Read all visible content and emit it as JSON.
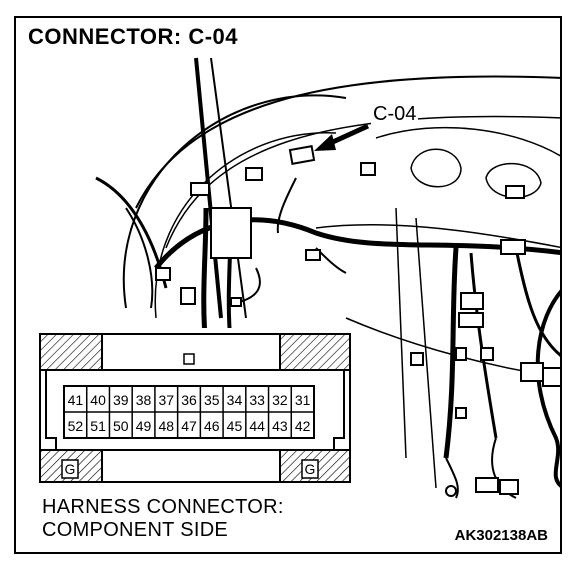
{
  "title": "CONNECTOR: C-04",
  "callout_label": "C-04",
  "connector": {
    "top_row": [
      "41",
      "40",
      "39",
      "38",
      "37",
      "36",
      "35",
      "34",
      "33",
      "32",
      "31"
    ],
    "bottom_row": [
      "52",
      "51",
      "50",
      "49",
      "48",
      "47",
      "46",
      "45",
      "44",
      "43",
      "42"
    ],
    "ground_label": "G"
  },
  "caption": {
    "line1": "HARNESS CONNECTOR:",
    "line2": "COMPONENT SIDE"
  },
  "figure_code": "AK302138AB"
}
